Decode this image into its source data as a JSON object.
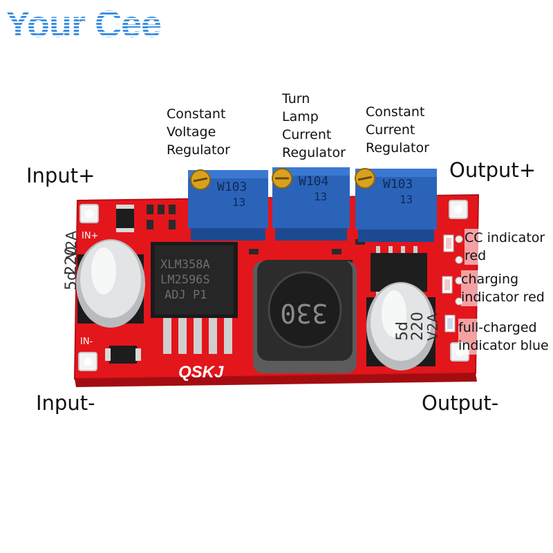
{
  "brand": {
    "text": "Your Cee",
    "color": "#2f86e0"
  },
  "labels": {
    "cv": "Constant\nVoltage\nRegulator",
    "lamp": "Turn\nLamp\nCurrent\nRegulator",
    "cc": "Constant\nCurrent\nRegulator",
    "input_plus": "Input+",
    "input_minus": "Input-",
    "output_plus": "Output+",
    "output_minus": "Output-",
    "cc_indicator": "CC indicator\nred",
    "charging": "charging\nindicator red",
    "full_charged": "full-charged\nindicator blue"
  },
  "board": {
    "pcb_color": "#e3161c",
    "pot_left": {
      "code": "W103",
      "sub": "13"
    },
    "pot_mid": {
      "code": "W104",
      "sub": "13"
    },
    "pot_right": {
      "code": "W103",
      "sub": "13"
    },
    "cap_left": {
      "l1": "220",
      "l2": "5d",
      "l3": "V2A"
    },
    "cap_right": {
      "l1": "220",
      "l2": "5d",
      "l3": "V2A"
    },
    "chip": {
      "l1": "XLM358A",
      "l2": "LM2596S",
      "l3": "ADJ P1"
    },
    "inductor": "330",
    "logo": "QSKJ",
    "silk_in_plus": "IN+",
    "silk_in_minus": "IN-"
  }
}
